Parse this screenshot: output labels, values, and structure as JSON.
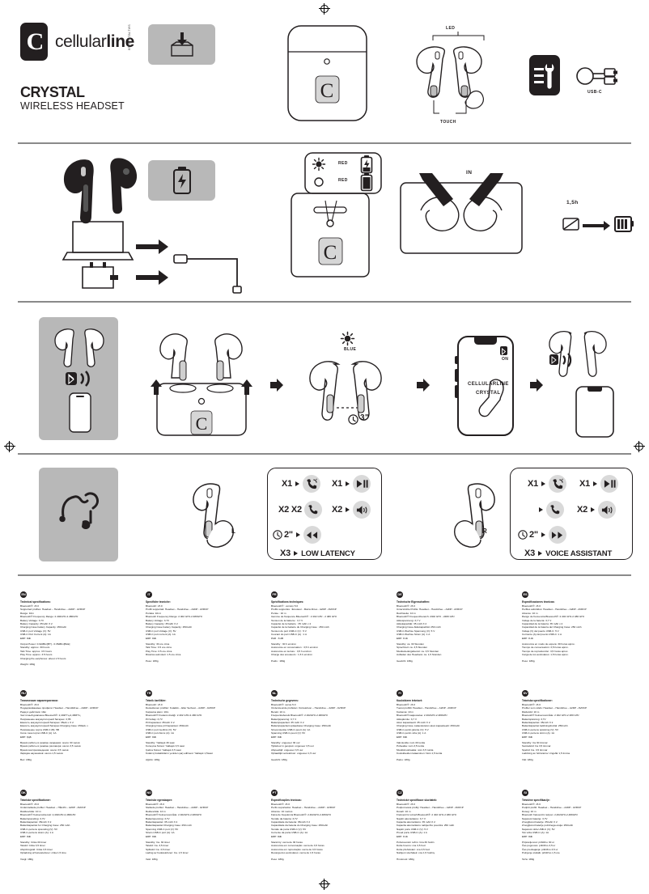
{
  "meta": {
    "brand": "cellularline",
    "brand_light": "cellular",
    "brand_bold": "line",
    "sku_code": "BTCRYSTALTWS",
    "product_name": "CRYSTAL",
    "product_subtitle": "WIRELESS HEADSET"
  },
  "diagrams": {
    "unbox_icon": "box-open-icon",
    "led_label": "LED",
    "touch_label": "TOUCH",
    "tools_icon": "settings-wrench-icon",
    "usbc_label": "USB-C",
    "battery_icon": "battery-icon",
    "charge_led": [
      {
        "indicator": "blinking-sun-icon",
        "color_label": "RED",
        "battery_state": "battery-charging-icon"
      },
      {
        "indicator": "steady-circle-icon",
        "color_label": "RED",
        "battery_state": "battery-full-icon"
      }
    ],
    "in_label": "IN",
    "charge_time": "1,5h",
    "pair_led_label": "BLUE",
    "hold_seconds": "3\"",
    "bt_on_label": "ON",
    "phone_device_line1": "CELLULARLINE",
    "phone_device_line2": "CRYSTAL",
    "left_label": "L",
    "right_label": "R"
  },
  "controls": {
    "left": {
      "side_label": "L",
      "rows": [
        {
          "press": "X1",
          "action_icon": "answer-call-icon"
        },
        {
          "press": "X1",
          "action_icon": "play-pause-icon"
        },
        {
          "press": "X2 X2",
          "action_icon": "end-call-icon"
        },
        {
          "press": "X2",
          "action_icon": "volume-icon"
        },
        {
          "press": "2\"",
          "action_icon": "previous-track-icon"
        },
        {
          "press": "X3",
          "action_label": "LOW LATENCY"
        }
      ]
    },
    "right": {
      "side_label": "R",
      "rows": [
        {
          "press": "X1",
          "action_icon": "answer-call-icon"
        },
        {
          "press": "X1",
          "action_icon": "play-pause-icon"
        },
        {
          "press": "",
          "action_icon": "end-call-icon"
        },
        {
          "press": "X2",
          "action_icon": "volume-icon"
        },
        {
          "press": "2\"",
          "action_icon": "next-track-icon"
        },
        {
          "press": "X3",
          "action_label": "VOICE ASSISTANT"
        }
      ]
    }
  },
  "specs": [
    {
      "lang": "EN",
      "title": "Technical specifications:",
      "lines": [
        "Bluetooth®: v5.0",
        "Supported profiles: Headset – Handsfree – A2DP - AVRCP",
        "Range: 10m",
        "Bluetooth® Frequency Range: 2.402GHz-2.480GHz",
        "Battery Voltage: 3.7V",
        "Battery Capacity: 35mAh X 2",
        "Charging Case battery Capacity: 250mAh",
        "USB-C port Voltage (V): 5V",
        "USB-C Port Current (A): 1A",
        "ERP: 8db"
      ],
      "lines2": [
        "Output Power: 0.02dBm[BT] - 0.35dBm[BLE]",
        "Standby: approx. 30 hours",
        "Talk Time: approx. 3.5 hours",
        "Play Time: approx. 3.5 hours",
        "Charging the earphones: about 1.5 hours"
      ],
      "weight": "Weight: 180g"
    },
    {
      "lang": "IT",
      "title": "Specifiche tecniche:",
      "lines": [
        "Bluetooth: v5.0",
        "Profili supportati: Headset – Handsfree – A2DP - AVRCP",
        "Portata: 10mt",
        "Bluetooth Frequency Range: 2.402 GHz-2.480GHz",
        "Battery Voltage: 3.7V",
        "Battery Capacity: 35mAh X 2",
        "Charging Case battery Capacity: 250mAh",
        "USB-C port Voltage (V): 5V",
        "USB-C port current (A): 1A",
        "ERP: 8db"
      ],
      "lines2": [
        "Standby: 30 ore circa",
        "Talk Time: 3.5 ore circa",
        "Play Time: 3.5 ore circa",
        "Ricarica auricolari: 1.5 ore circa"
      ],
      "weight": "Peso: 180g"
    },
    {
      "lang": "FR",
      "title": "Spécifications techniques:",
      "lines": [
        "Bluetooth® : version 5.0",
        "Profils supportés : Écouteur - Mains libres - A2DP - AVRCP",
        "Portée : 10 m",
        "Gamme de fréquence Bluetooth® : 2 402 GHz - 2 480 GHz",
        "Tension de la batterie : 3,7 V",
        "Capacité de la batterie : 35 mAh x 2",
        "Capacité de la batterie du Charging Case : 250 mAh",
        "Tension du port USB-C (V) : 5 V",
        "Courant du port USB-C (A) : 1 A",
        "PAR : 8 dB"
      ],
      "lines2": [
        "Standby : 30 h environ",
        "Autonomie en conversation : 3,5 h environ",
        "Autonomie en lecture : 3,5 h environ",
        "Charge des écouteurs : 1,5 h environ"
      ],
      "weight": "Poids : 180g"
    },
    {
      "lang": "DE",
      "title": "Technische Eigenschaften:",
      "lines": [
        "Bluetooth®: v5.0",
        "Unterstützte Profile: Headset – Handsfree – A2DP - AVRCP",
        "Reichweite: 10 m",
        "Bluetooth® Frequenzbereich: 2402 GHz - 2480 GHz",
        "Akkuspannung: 3,7 V",
        "Akkukapazität: 35 mAh X 2",
        "Charging Case Akkukapazität: 250 mAh",
        "USB-C-Buchse Spannung (V): 5 V",
        "USB-C-Buchse Strom (A): 1 A",
        "ERP: 8 db"
      ],
      "lines2": [
        "Standby: ca. 30 Stunden",
        "Sprechzeit: ca. 3,5 Stunden",
        "Musikwiedergabezeit: ca. 3,5 Stunden",
        "Aufladen des Headsets: ca. 1,5 Stunden"
      ],
      "weight": "Gewicht: 180g"
    },
    {
      "lang": "ES",
      "title": "Especificaciones técnicas:",
      "lines": [
        "Bluetooth®: v5.0",
        "Perfiles admitidos: Headset – Handsfree – A2DP - AVRCP",
        "Alcance: 10 m",
        "Rango de frecuencia Bluetooth®: 2.402 GHz-2.480 GHz",
        "Voltaje de la batería: 3,7 V",
        "Capacidad de la batería: 35 mAh x 2",
        "Capacidad de la batería del Charging Case: 250 mAh",
        "Voltaje (V) del puerto USB-C: 5 V",
        "Corriente (A) del puerto USB-C: 1 A",
        "ERP: 8 db"
      ],
      "lines2": [
        "Autonomía en modo de espera: 30 horas aprox.",
        "Tiempo de conversación: 3,5 horas aprox.",
        "Tiempo de reproducción: 3,5 horas aprox.",
        "Carga de los auriculares: 1,5 horas aprox."
      ],
      "weight": "Peso: 180g"
    },
    {
      "lang": "RU",
      "title": "Технические характеристики:",
      "lines": [
        "Bluetooth®: v5.0",
        "Поддерживаемые профили: Headset – Hand&Free – A2DP - AVRCP",
        "Радиус действия: 10м",
        "Частотный диапазон Bluetooth®: 2,402ГГц-2,480ГГц",
        "Напряжение аккумуляторной батареи: 3,7В",
        "Емкость аккумуляторной батареи: 35мА·ч Х 2",
        "Емкость аккумуляторной батареи Charging Case: 250мА·ч",
        "Напряжение порта USB-C (В): 5В",
        "Сила тока порта USB-C (А): 1А",
        "ERP: 8дБ"
      ],
      "lines2": [
        "Время работы в режиме ожидания: около 30 часов",
        "Время работы в режиме разговора: около 3,5 часов",
        "Время воспроизведения: около 3,5 часов",
        "Зарядка наушников: около 1,5 часов"
      ],
      "weight": "Вес: 180g"
    },
    {
      "lang": "TR",
      "title": "Teknik özellikler:",
      "lines": [
        "Bluetooth: v5.0",
        "Desteklenen profiller: Kulaklık – Eller Serbest – A2DP - AVRCP",
        "Kapsama alanı: 10m",
        "Bluetooth® Frekans Aralığı: 2.402 GHz-2.480 GHz",
        "Pil Voltajı: 3,7V",
        "Pil Kapasitesi: 35mAh X 2",
        "Charging Case pil Kapasitesi: 250mAh",
        "USB-C port Gerilimi (V): 5V",
        "USB-C port Akımı (A): 1A",
        "ERP: 8db"
      ],
      "lines2": [
        "Standby: Yaklaşık 30 saat",
        "Konuşma Süresi: Yaklaşık 3,5 saat",
        "Çalma Süresi: Yaklaşık 3,5 saat",
        "Kulak içi kulaklıkların yeniden şarj edilmesi: Yaklaşık 1,5saat"
      ],
      "weight": "Ağırlık: 180g"
    },
    {
      "lang": "NL",
      "title": "Technische gegevens:",
      "lines": [
        "Bluetooth®: versie 5.0",
        "Ondersteunde profielen: Oortelefoon – Handsfree – A2DP - AVRCP",
        "Bereik: 10 m",
        "Frequentiebereik Bluetooth®: 2.402GHz-2.480GHz",
        "Batterijspanning: 3,7 V",
        "Batterijcapaciteit: 35 mAh X 2",
        "Batterijcapaciteit oplaadcase Charging Case: 250mAh",
        "Stroomsterkte USB-C-poort (A): 1A",
        "Spanning USB-C-poort (V): 5V",
        "ERP: 8db"
      ],
      "lines2": [
        "Standby: ongeveer 30 uur",
        "Tijdsduur in gesprek: ongeveer 3,5 uur",
        "Afspeeltijd: ongeveer 3,5 uur",
        "Oplaadtijd oortelefoon: ongeveer 1,5 uur"
      ],
      "weight": "Gewicht: 180g"
    },
    {
      "lang": "FI",
      "title": "Kuulokkeen tekniset:",
      "lines": [
        "Bluetooth®: v5.0",
        "Tuetut profiilit: Headset – Handsfree – A2DP - AVRCP",
        "Kantama: 10 m",
        "Bluetooth®-taajuusalue: 2.402GHz-2.480GHz",
        "Akkujännite: 3,7 V",
        "Akun kapasiteetti: 35 mAh X 2",
        "Charging Case -latauskotelon akun kapasiteetti: 250mAh",
        "USB-C-portin jännite (V): 5 V",
        "USB-C-portin virta (A): 1 A",
        "ERP: 8db"
      ],
      "lines2": [
        "Valmiustila: noin 30 tuntia",
        "Puheaika: noin 3,5 tuntia",
        "Musiikinsoittoaika: noin 3,5 tuntia",
        "Kuulokkeiden lataaminen: Noin 1,5 tuntia"
      ],
      "weight": "Paino: 180g"
    },
    {
      "lang": "SV",
      "title": "Tekniska specifikationer:",
      "lines": [
        "Bluetooth®: v5.0",
        "Profiler som stöds: Headset – Handsfree – A2DP - AVRCP",
        "Räckvidd: 10 m",
        "Bluetooth® frekvensområde: 2 402 GHz-2 480 GHz",
        "Batterispänning: 3,7V",
        "Batterikapacitet: 35mAh X 2",
        "Batterikapacitet laddningsfodral: 250mAh",
        "USB-C-portens spänning (V): 5V",
        "USB-C-portens ström (A): 1A",
        "ERP: 8db"
      ],
      "lines2": [
        "Standby: Ca 30 timmar",
        "Samtalstid: Ca 3,5 timmar",
        "Speltid: Ca. 3,5 timmar",
        "Laddning av hörlurarna: Ungefär 1,5 timma"
      ],
      "weight": "Vikt: 180g"
    },
    {
      "lang": "DK",
      "title": "Tekniske specifikationer:",
      "lines": [
        "Bluetooth®: v5.0",
        "Understøttede profiler: Headset – Håndfri – A2DP - AVRCP",
        "Rækkevidde: 10 m",
        "Bluetooth® frekvensinterval: 2,402GHz-2,480GHz",
        "Batterispænding: 3,7V",
        "Batterikapacitet: 35mAh X 2",
        "Batterikapacitet for Charging Case: 250 mAh",
        "USB-C-portens spænding (V): 5V",
        "USB-C-portens strøm (A): 1 A",
        "ERP: 8db"
      ],
      "lines2": [
        "Standby: Cirka 30 timer",
        "Taletid: Cirka 3,5 timer",
        "Afspilningstid: Cirka 3,5 timer",
        "Opladning af høretelefoner: cirka 1,5 time"
      ],
      "weight": "Vægt: 180g"
    },
    {
      "lang": "NO",
      "title": "Tekniske egenskaper:",
      "lines": [
        "Bluetooth®: v5.0",
        "Støttede profiler: Headset – Handsfree – A2DP - AVRCP",
        "Rekkevidde: 10 m",
        "Bluetooth® frekvensområde: 2.402GHz-2.480GHz",
        "Batterispenning: 3,7V",
        "Batterikapasitet: 35 mAh X 2",
        "Batterikapasitet Charging Case: 250 mAh",
        "Spenning USB-C port (V): 5V",
        "Strøm USB-C port (A): 1A",
        "ERP: 8db"
      ],
      "lines2": [
        "Standby: Ca. 30 timer",
        "Taletid: Ca. 3,5 timer",
        "Spilletid: Ca. 3,5 timer",
        "Lading av hodetelefoner: Ca. 1,5 timer"
      ],
      "weight": "Vekt: 180g"
    },
    {
      "lang": "PT",
      "title": "Especificações técnicas:",
      "lines": [
        "Bluetooth®: v5.0",
        "Perfis suportados: Headset – Handsfree – A2DP - AVRCP",
        "Alcance: 10 metros",
        "Faixa de frequência Bluetooth®: 2.402GHz-2.480GHz",
        "Tensão da bateria: 3,7V",
        "Capacidade da bateria: 35mAh X 2",
        "Capacidade da bateria do Charging Case: 250mAh",
        "Tensão da porta USB-C (V): 5V",
        "Corrente da porta USB-C (A): 1A",
        "ERP: 8db"
      ],
      "lines2": [
        "Stand-by: cerca de 30 horas",
        "Autonomia em conversação: cerca de 3,5 horas",
        "Autonomia em reprodução: cerca de 3,5 horas",
        "Recarga dos auriculares: cerca de 1,5 horas"
      ],
      "weight": "Peso: 180g"
    },
    {
      "lang": "CZ",
      "title": "Technické specifikace sluchátek:",
      "lines": [
        "Bluetooth®: v5.0",
        "Podporované profily: Headset – Handsfree – A2DP - AVRCP",
        "Dosah: 10 m",
        "Frekvenční rozsah Bluetooth®: 2 402 GHz-2 480 GHz",
        "Napětí akumulátoru: 3,7 V",
        "Kapacita akumulátoru: 35 mAh X 2",
        "Kapacita akumulátoru nabíjecího pouzdra: 250 mAh",
        "Napětí portu USB-C (V): 5 V",
        "Proud portu USB-C (A): 1 A",
        "ERP: 8 db"
      ],
      "lines2": [
        "Pohotovostní režim: Cca 30 hodin",
        "Doba hovoru: cca 3,5 hod",
        "Doba přehrávání: cca 3,5 hod",
        "Nabíjení sluchátek: cca 1,5 hodiny"
      ],
      "weight": "Hmotnost: 180g"
    },
    {
      "lang": "SI",
      "title": "Tehnične specifikacije:",
      "lines": [
        "Bluetooth®: v5.0",
        "Podprti profili: Headset – Handsfree – A2DP - AVRCP",
        "Doseg: 10 m",
        "Bluetooth frekvenčni razpon: 2,402GHz-2,480GHz",
        "Napetost baterije: 3,7V",
        "Zmogljivost baterije: 35mAh X 2",
        "Zmogljivost baterije polnilnega etuija: 250mAh",
        "Napetost vtiča USB-C (V): 5V",
        "Tok vtiča USB-C (A): 1A",
        "ERP: 8db"
      ],
      "lines2": [
        "Pripravljenost: približno 30 ur",
        "Čas pogovora: približno 3,5 ur",
        "Čas predvajanja: približno 3,5 ur",
        "Polnjenje slušalk: približno 1,5 ure"
      ],
      "weight": "Teža: 180g"
    }
  ]
}
